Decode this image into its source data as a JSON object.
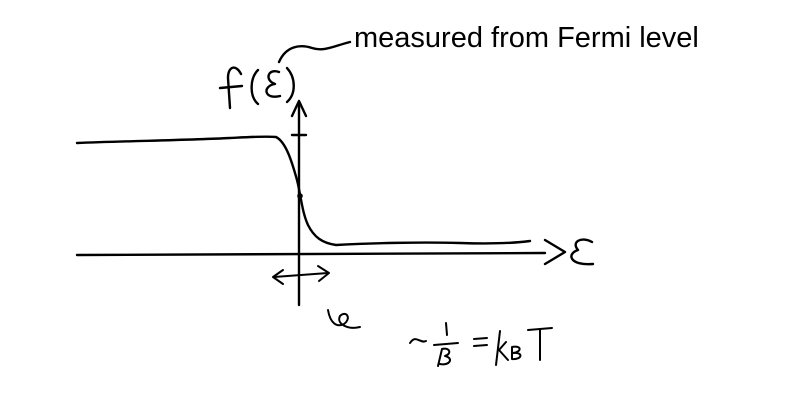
{
  "annotation": {
    "text": "measured from Fermi level"
  },
  "handwritten": {
    "function_label": "f(ε)",
    "axis_label": "ε",
    "width_relation": "~1/β = kBT",
    "width_symbol": "e"
  },
  "colors": {
    "ink": "#000000",
    "background": "#ffffff"
  }
}
